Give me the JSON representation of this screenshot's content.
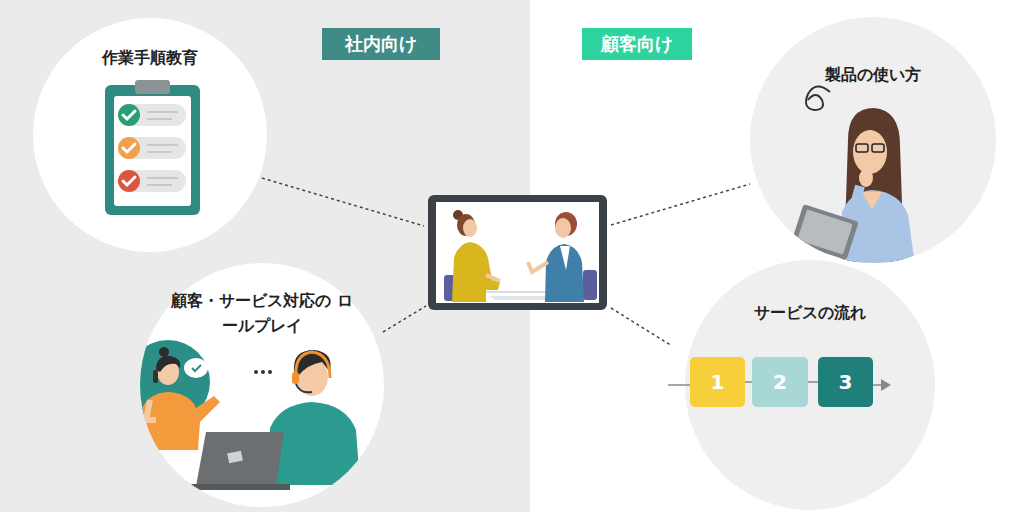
{
  "diagram": {
    "nodes": [
      {
        "text": [
          "社内向け"
        ]
      },
      {
        "text": [
          "顧客向け"
        ]
      },
      {
        "text": [
          "作業手順教育"
        ]
      },
      {
        "text": [
          "製品の使い方"
        ]
      },
      {
        "text": [
          "顧客・サービス対応の ロールプレイ"
        ]
      },
      {
        "text": [
          "サービスの流れ"
        ]
      },
      {
        "text": [
          "1"
        ],
        "in": 5
      },
      {
        "text": [
          "2"
        ],
        "in": 5
      },
      {
        "text": [
          "3"
        ],
        "in": 5
      }
    ],
    "edges": [
      {
        "from": 6,
        "to": 7,
        "arrow": "none"
      },
      {
        "from": 7,
        "to": 8,
        "arrow": "none"
      }
    ]
  }
}
